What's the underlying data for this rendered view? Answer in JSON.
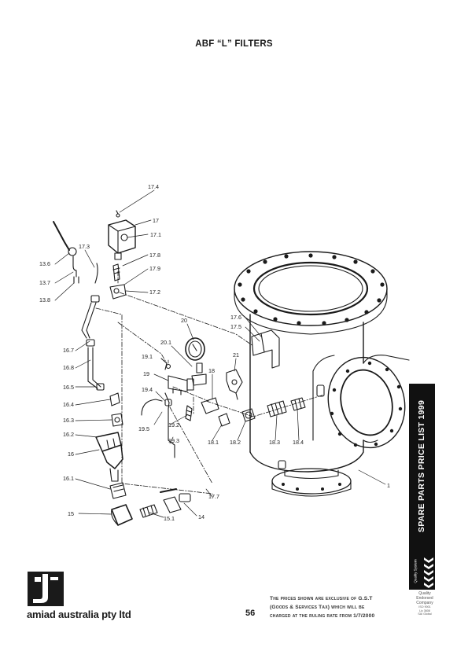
{
  "header": {
    "title": "ABF “L” FILTERS"
  },
  "callouts": {
    "c17_4": "17.4",
    "c17": "17",
    "c17_1": "17.1",
    "c17_8": "17.8",
    "c17_9": "17.9",
    "c17_2": "17.2",
    "c17_3": "17.3",
    "c13_6": "13.6",
    "c13_7": "13.7",
    "c13_8": "13.8",
    "c20": "20",
    "c20_1": "20.1",
    "c17_6": "17.6",
    "c17_5": "17.5",
    "c16_7": "16.7",
    "c16_8": "16.8",
    "c16_5": "16.5",
    "c16_4": "16.4",
    "c16_3": "16.3",
    "c16_2": "16.2",
    "c16": "16",
    "c16_1": "16.1",
    "c15": "15",
    "c15_1": "15.1",
    "c14": "14",
    "c19_1": "19.1",
    "c19": "19",
    "c19_4": "19.4",
    "c19_5": "19.5",
    "c19_2": "19.2",
    "c19_3": "19.3",
    "c18": "18",
    "c18_1": "18.1",
    "c18_2": "18.2",
    "c21": "21",
    "c18_3": "18.3",
    "c18_4": "18.4",
    "c17_7": "17.7",
    "c1": "1"
  },
  "side_tab": {
    "label": "SPARE PARTS PRICE LIST 1999",
    "quality_label": "Quality System",
    "cert_line1": "Quality",
    "cert_line2": "Endorsed",
    "cert_line3": "Company",
    "cert_small1": "ISO 9001",
    "cert_small2": "Lic 3608",
    "cert_small3": "SAI Global"
  },
  "footer": {
    "company": "amiad australia pty ltd",
    "page_number": "56",
    "gst_line1": "The prices shown are exclusive of G.S.T",
    "gst_line2": "(Goods & Services Tax) which will be",
    "gst_line3": "charged at the ruling rate from 1/7/2000"
  },
  "colors": {
    "ink": "#1a1a1a",
    "tab": "#111111"
  }
}
